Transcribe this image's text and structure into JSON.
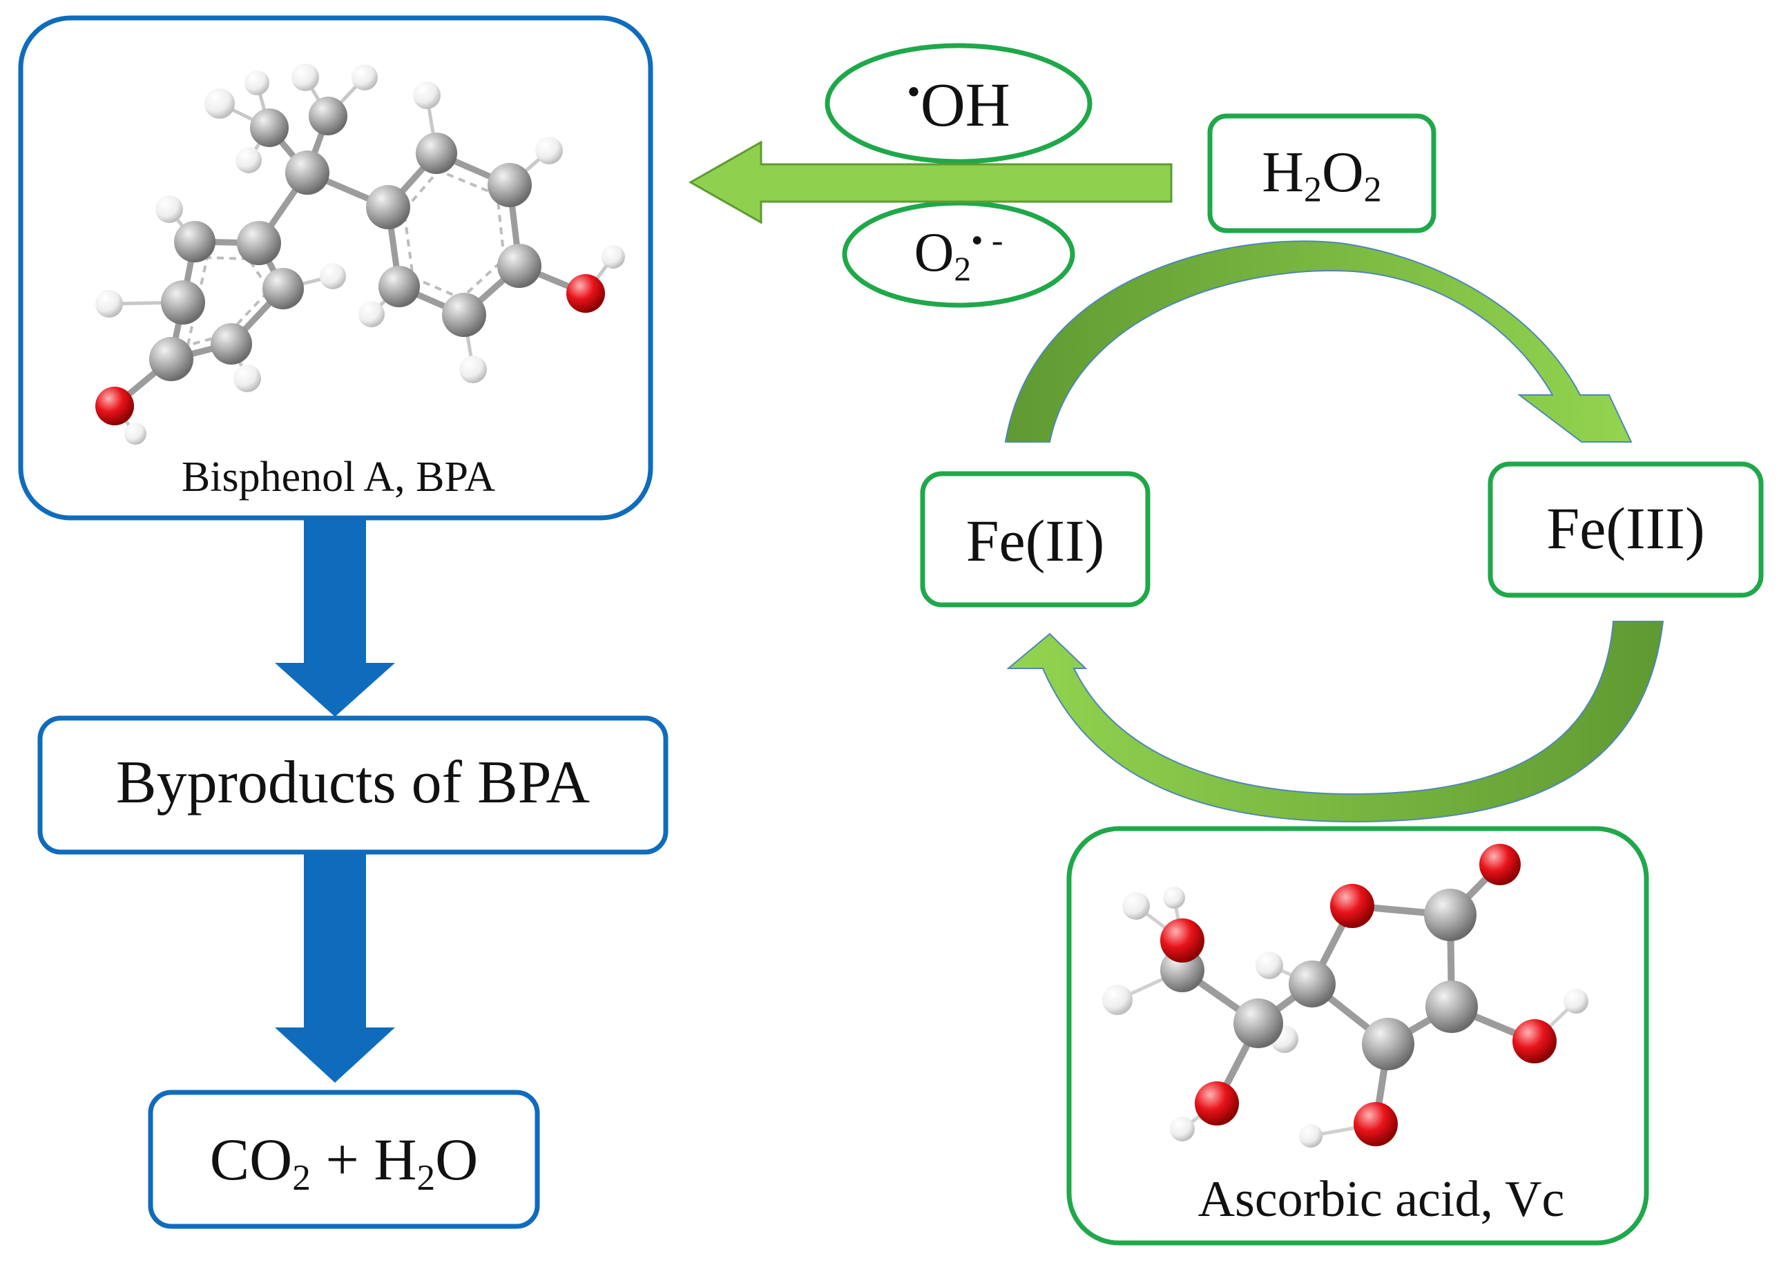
{
  "colors": {
    "blue": "#0f6cbd",
    "green": "#1fa84a",
    "arrow_green": "#8fd14f",
    "arrow_green_dark": "#5f9a32",
    "carbon": "#a9a9a9",
    "oxygen": "#e8141b",
    "hydrogen": "#ededed"
  },
  "bpa": {
    "label": "Bisphenol A, BPA"
  },
  "byproducts": {
    "label": "Byproducts of BPA"
  },
  "final": {
    "a": "CO",
    "a_sub": "2",
    "b": " + H",
    "b_sub": "2",
    "c": "O"
  },
  "radicals": {
    "hydroxyl": {
      "dot": "•",
      "text": "OH"
    },
    "superoxide": {
      "a": "O",
      "a_sub": "2",
      "b": "•",
      "c": " -"
    }
  },
  "h2o2": {
    "a": "H",
    "a_sub": "2",
    "b": "O",
    "b_sub": "2"
  },
  "fe2": {
    "label": "Fe(II)"
  },
  "fe3": {
    "label": "Fe(III)"
  },
  "vc": {
    "label": "Ascorbic acid, Vc"
  }
}
